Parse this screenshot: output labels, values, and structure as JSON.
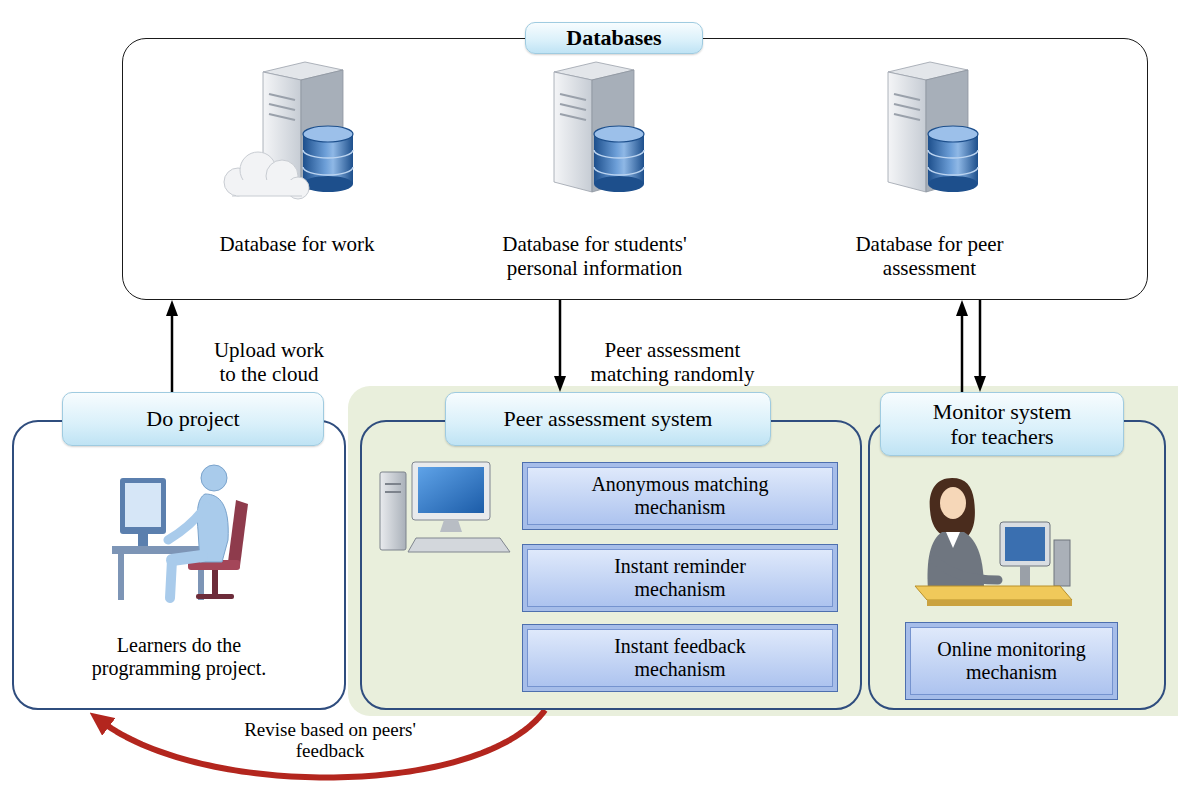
{
  "diagram": {
    "nodes": [
      {
        "text": [
          "Databases"
        ]
      },
      {
        "text": [
          "Database for work"
        ],
        "in": 0
      },
      {
        "text": [
          "Database for students' personal information"
        ],
        "in": 0
      },
      {
        "text": [
          "Database for peer assessment"
        ],
        "in": 0
      },
      {
        "text": [
          "Do project",
          "Learners do the programming project."
        ]
      },
      {
        "text": [
          "Peer assessment system"
        ]
      },
      {
        "text": [
          "Anonymous matching mechanism"
        ],
        "in": 5
      },
      {
        "text": [
          "Instant reminder mechanism"
        ],
        "in": 5
      },
      {
        "text": [
          "Instant feedback mechanism"
        ],
        "in": 5
      },
      {
        "text": [
          "Monitor system for teachers"
        ]
      },
      {
        "text": [
          "Online monitoring mechanism"
        ],
        "in": 9
      }
    ],
    "edges": [
      {
        "from": 4,
        "to": 0,
        "label": "Upload work to the cloud",
        "arrow": "to"
      },
      {
        "from": 0,
        "to": 5,
        "label": "Peer assessment matching randomly",
        "arrow": "to"
      },
      {
        "from": 9,
        "to": 0,
        "arrow": "to"
      },
      {
        "from": 0,
        "to": 9,
        "arrow": "to"
      },
      {
        "from": 5,
        "to": 4,
        "label": "Revise based on peers' feedback",
        "arrow": "to"
      }
    ]
  }
}
